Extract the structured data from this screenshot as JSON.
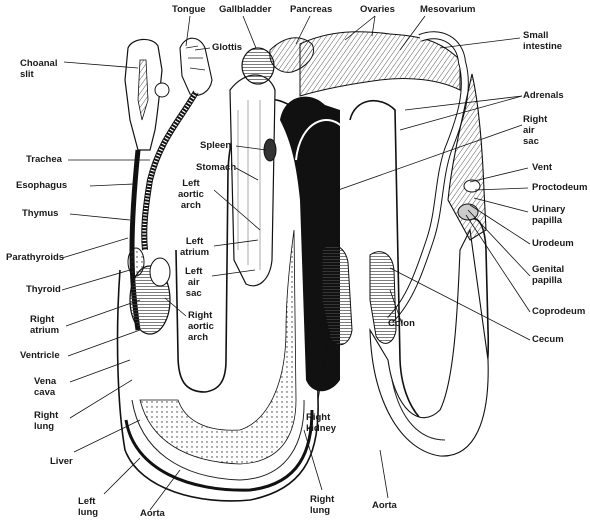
{
  "labels": {
    "tongue": "Tongue",
    "gallbladder": "Gallbladder",
    "pancreas": "Pancreas",
    "ovaries": "Ovaries",
    "mesovarium": "Mesovarium",
    "glottis": "Glottis",
    "choanal_slit": "Choanal\nslit",
    "small_intestine": "Small\nintestine",
    "adrenals": "Adrenals",
    "right_air_sac": "Right\nair\nsac",
    "spleen": "Spleen",
    "stomach": "Stomach",
    "trachea": "Trachea",
    "esophagus": "Esophagus",
    "thymus": "Thymus",
    "left_aortic_arch": "Left\naortic\narch",
    "left_atrium": "Left\natrium",
    "left_air_sac": "Left\nair\nsac",
    "parathyroids": "Parathyroids",
    "thyroid": "Thyroid",
    "right_atrium": "Right\natrium",
    "right_aortic_arch": "Right\naortic\narch",
    "ventricle": "Ventricle",
    "vena_cava": "Vena\ncava",
    "right_lung": "Right\nlung",
    "liver": "Liver",
    "left_lung": "Left\nlung",
    "aorta_bottom": "Aorta",
    "right_kidney": "Right\nkidney",
    "right_lung_bottom": "Right\nlung",
    "aorta_right": "Aorta",
    "colon": "Colon",
    "vent": "Vent",
    "proctodeum": "Proctodeum",
    "urinary_papilla": "Urinary\npapilla",
    "urodeum": "Urodeum",
    "genital_papilla": "Genital\npapilla",
    "coprodeum": "Coprodeum",
    "cecum": "Cecum"
  }
}
